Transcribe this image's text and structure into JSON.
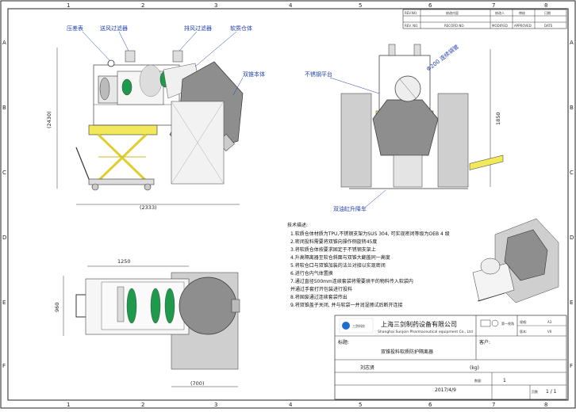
{
  "border": {
    "cols_top": [
      "1",
      "2",
      "3",
      "4",
      "5",
      "6",
      "7",
      "8"
    ],
    "cols_bottom": [
      "1",
      "2",
      "3",
      "4",
      "5",
      "6",
      "7",
      "8"
    ],
    "rows_left": [
      "A",
      "B",
      "C",
      "D",
      "E",
      "F"
    ],
    "rows_right": [
      "A",
      "B",
      "C",
      "D",
      "E",
      "F"
    ]
  },
  "labels": {
    "gauge": "压差表",
    "inlet_filter": "送风过滤器",
    "exhaust_filter": "排风过滤器",
    "soft_bin": "软质仓体",
    "cone_body": "双锥本体",
    "steel_platform": "不锈钢平台",
    "dn_valve": "Φ200 连续袋管",
    "lift_cart": "双油缸升降车"
  },
  "dims": {
    "height_front": "(2430)",
    "width_front": "(2333)",
    "height_side": "1850",
    "width_top": "1250",
    "height_top": "960",
    "width_bottom": "(700)"
  },
  "tech": {
    "title": "技术描述:",
    "lines": [
      "1.软质仓体材质为TPU,不锈钢支架为SUS 304, 可实现密闭等级为OEB 4 级",
      "2.密闭投料需要将双锥向操作侧旋转45度",
      "3.将软质仓体按要求固定于不锈钢支架上",
      "4.升高隔离器至软仓斜面与双锥大翻盖同一高度",
      "5.将软仓口与双锥加装的法兰对接以实现密闭",
      "6.进行仓内气体置换",
      "7.通过直径500mm连续套袋将需要烘干的物料传入软袋内",
      "  并通过手套打开包装进行投料",
      "8.将固废通过连续套袋传出",
      "9.将双锥盖子关闭, 并与软袋一并润湿擦试后断开连接"
    ]
  },
  "title_block": {
    "company_cn": "上海三剑制药设备有限公司",
    "company_en": "Shanghai Sunjoin Pharmaceutical equipment Co., Ltd",
    "logo_text": "三剑科技",
    "projection": "第一视角",
    "label_title": "标题:",
    "drawing_name": "双锥投料软质防护隔离器",
    "label_customer": "客户:",
    "size_label": "规格:",
    "size": "A3",
    "version_label": "版本:",
    "version": "V0",
    "designer": "刘志贤",
    "weight": "(kg)",
    "date": "2017/4/9",
    "quantity_label": "数量:",
    "quantity": "1",
    "page_label": "页数",
    "page": "1 / 1"
  },
  "revision_header": {
    "a": "REV.NO.",
    "b": "修改内容",
    "c": "修改人",
    "d": "审核",
    "e": "日期",
    "row2": [
      "REV. NO.",
      "RECORD NO.",
      "MODIFIED",
      "APPROVED",
      "DATE"
    ]
  }
}
